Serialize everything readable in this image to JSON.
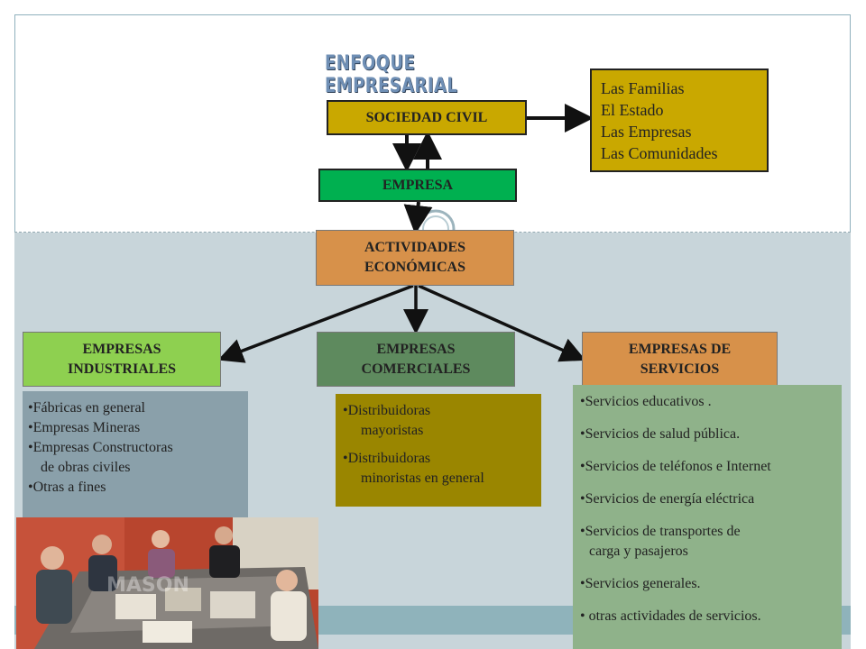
{
  "title": "ENFOQUE EMPRESARIAL",
  "nodes": {
    "sociedad_civil": "SOCIEDAD CIVIL",
    "empresa": "EMPRESA",
    "actividades_line1": "ACTIVIDADES",
    "actividades_line2": "ECONÓMICAS",
    "industriales_line1": "EMPRESAS",
    "industriales_line2": "INDUSTRIALES",
    "comerciales_line1": "EMPRESAS",
    "comerciales_line2": "COMERCIALES",
    "servicios_line1": "EMPRESAS DE",
    "servicios_line2": "SERVICIOS"
  },
  "sociedad_members": [
    "Las  Familias",
    "El  Estado",
    "Las  Empresas",
    "Las  Comunidades"
  ],
  "industriales_items": [
    "•Fábricas en general",
    "•Empresas Mineras",
    "•Empresas Constructoras",
    "de obras civiles",
    "•Otras a fines"
  ],
  "comerciales_items": [
    "•Distribuidoras",
    "mayoristas",
    "•Distribuidoras",
    "minoristas en general"
  ],
  "servicios_items": [
    "•Servicios educativos .",
    "•Servicios de salud pública.",
    "•Servicios de teléfonos e Internet",
    "•Servicios de energía eléctrica",
    "•Servicios de transportes de",
    "carga y pasajeros",
    "•Servicios generales.",
    "•  otras actividades de servicios."
  ],
  "colors": {
    "gold": "#c9a800",
    "green": "#00b050",
    "orange": "#d7914a",
    "light_green": "#8ed050",
    "dark_green": "#5e8a5e",
    "slate": "#8aa0aa",
    "olive": "#9a8600",
    "sage": "#8fb28a"
  }
}
